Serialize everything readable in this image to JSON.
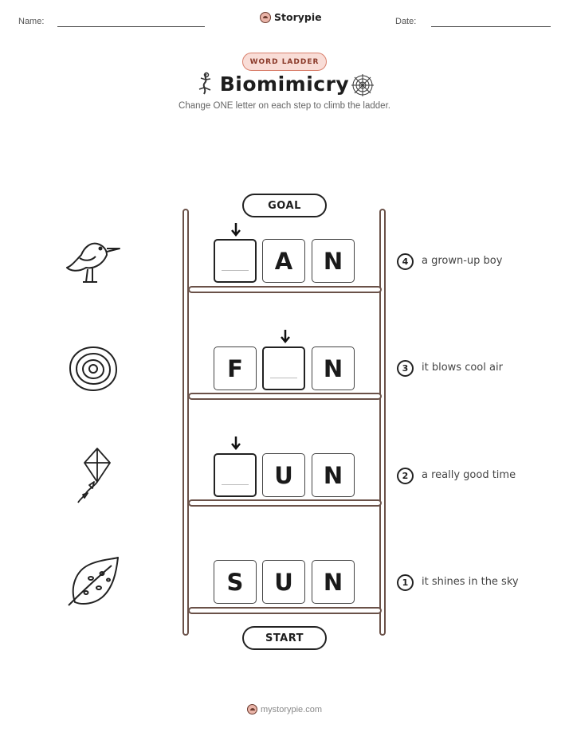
{
  "header": {
    "name_label": "Name:",
    "date_label": "Date:",
    "brand": "Storypie"
  },
  "badge": "WORD LADDER",
  "title": "Biomimicry",
  "subtitle": "Change ONE letter on each step to climb the ladder.",
  "ladder": {
    "goal_label": "GOAL",
    "start_label": "START",
    "rows": [
      {
        "step": "4",
        "letters": [
          "",
          "A",
          "N"
        ],
        "blank_index": 0,
        "clue": "a grown-up boy",
        "picture_icon": "bird-icon"
      },
      {
        "step": "3",
        "letters": [
          "F",
          "",
          "N"
        ],
        "blank_index": 1,
        "clue": "it blows cool air",
        "picture_icon": "shell-icon"
      },
      {
        "step": "2",
        "letters": [
          "",
          "U",
          "N"
        ],
        "blank_index": 0,
        "clue": "a really good time",
        "picture_icon": "kite-icon"
      },
      {
        "step": "1",
        "letters": [
          "S",
          "U",
          "N"
        ],
        "blank_index": null,
        "clue": "it shines in the sky",
        "picture_icon": "leaf-icon"
      }
    ]
  },
  "footer": {
    "site": "mystorypie.com"
  },
  "colors": {
    "badge_bg": "#f9ddd7",
    "badge_border": "#d9806d",
    "ladder_wood": "#6a5148"
  }
}
